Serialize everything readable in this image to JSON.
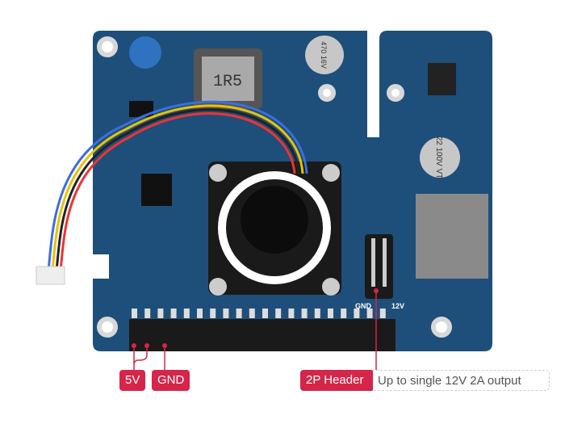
{
  "board": {
    "inductor_label": "1R5",
    "cap_small_label": "470 16V",
    "cap_large_label": "22 100V VT",
    "silk_gnd": "GND",
    "silk_12v": "12V",
    "colors": {
      "pcb": "#1d4f7a",
      "callout": "#d5254a",
      "header": "#1a1a1a"
    }
  },
  "callouts": {
    "label_5v": "5V",
    "label_gnd": "GND",
    "label_2p": "2P Header",
    "desc_2p": "Up to single 12V 2A output"
  }
}
